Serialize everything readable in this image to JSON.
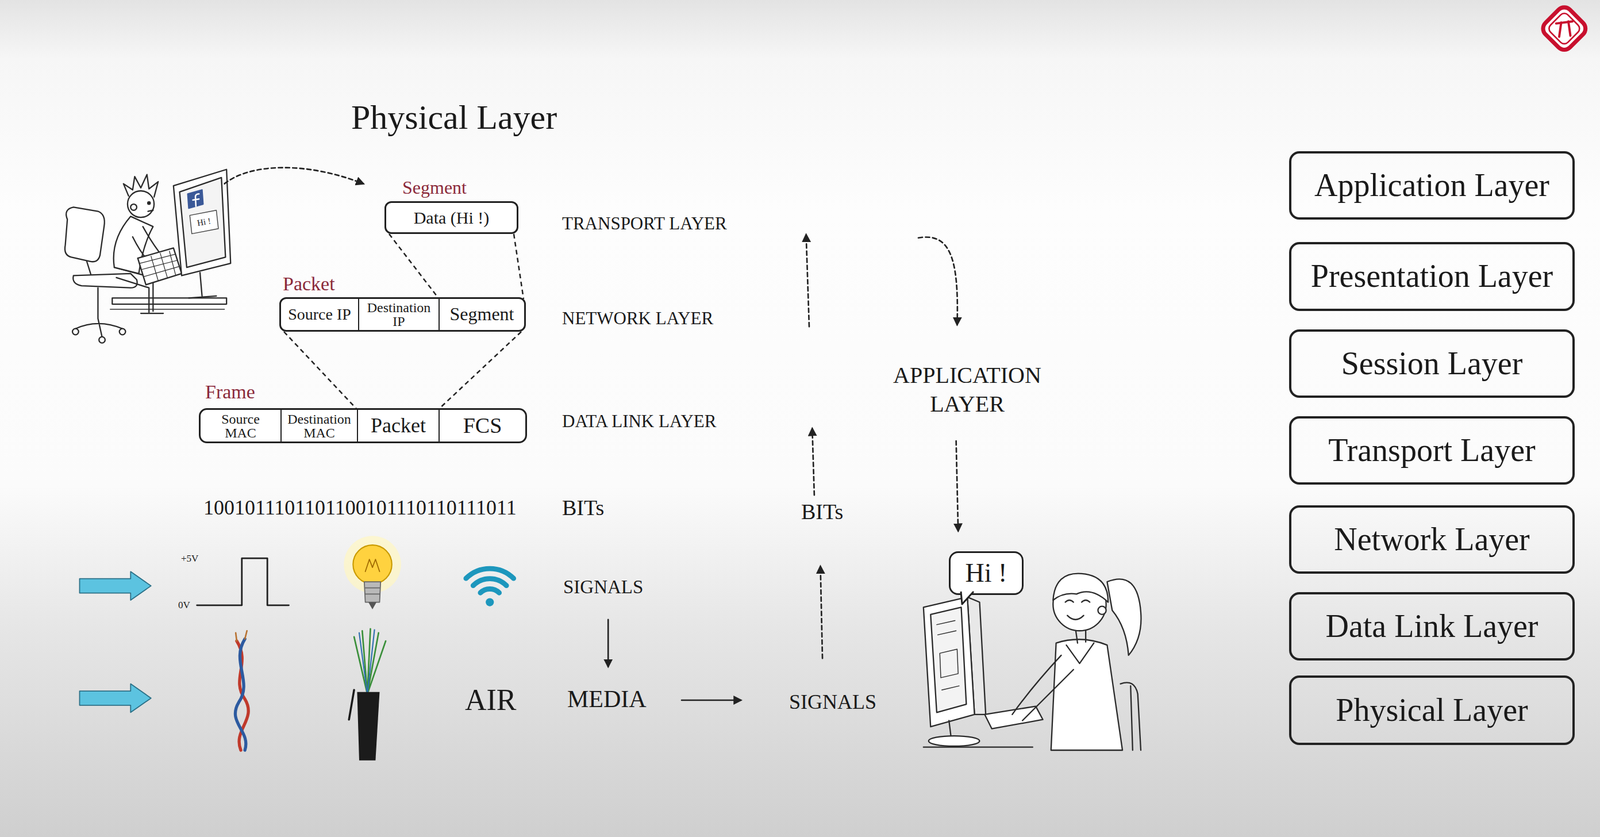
{
  "diagram": {
    "title": "Physical Layer",
    "nodes": [
      {
        "text": [
          "Segment",
          "Data (Hi !)"
        ]
      },
      {
        "text": [
          "Packet"
        ]
      },
      {
        "text": [
          "Source IP"
        ],
        "in": 1
      },
      {
        "text": [
          "Destination IP"
        ],
        "in": 1
      },
      {
        "text": [
          "Segment"
        ],
        "in": 1
      },
      {
        "text": [
          "Frame"
        ]
      },
      {
        "text": [
          "Source MAC"
        ],
        "in": 5
      },
      {
        "text": [
          "Destination MAC"
        ],
        "in": 5
      },
      {
        "text": [
          "Packet"
        ],
        "in": 5
      },
      {
        "text": [
          "FCS"
        ],
        "in": 5
      },
      {
        "text": [
          "Hi !"
        ]
      },
      {
        "text": [
          "Application Layer"
        ]
      },
      {
        "text": [
          "Presentation Layer"
        ]
      },
      {
        "text": [
          "Session Layer"
        ]
      },
      {
        "text": [
          "Transport Layer"
        ]
      },
      {
        "text": [
          "Network Layer"
        ]
      },
      {
        "text": [
          "Data Link Layer"
        ]
      },
      {
        "text": [
          "Physical Layer"
        ]
      }
    ],
    "edges": [
      {
        "from": 0,
        "to": 4,
        "arrow": "none"
      },
      {
        "from": 1,
        "to": 8,
        "arrow": "none"
      }
    ],
    "labels": [
      "Hi !",
      "TRANSPORT LAYER",
      "NETWORK LAYER",
      "DATA LINK LAYER",
      "1001011101101100101110110111011",
      "BITs",
      "+5V",
      "0V",
      "SIGNALS",
      "AIR",
      "MEDIA",
      "BITs",
      "APPLICATION LAYER",
      "SIGNALS"
    ]
  }
}
